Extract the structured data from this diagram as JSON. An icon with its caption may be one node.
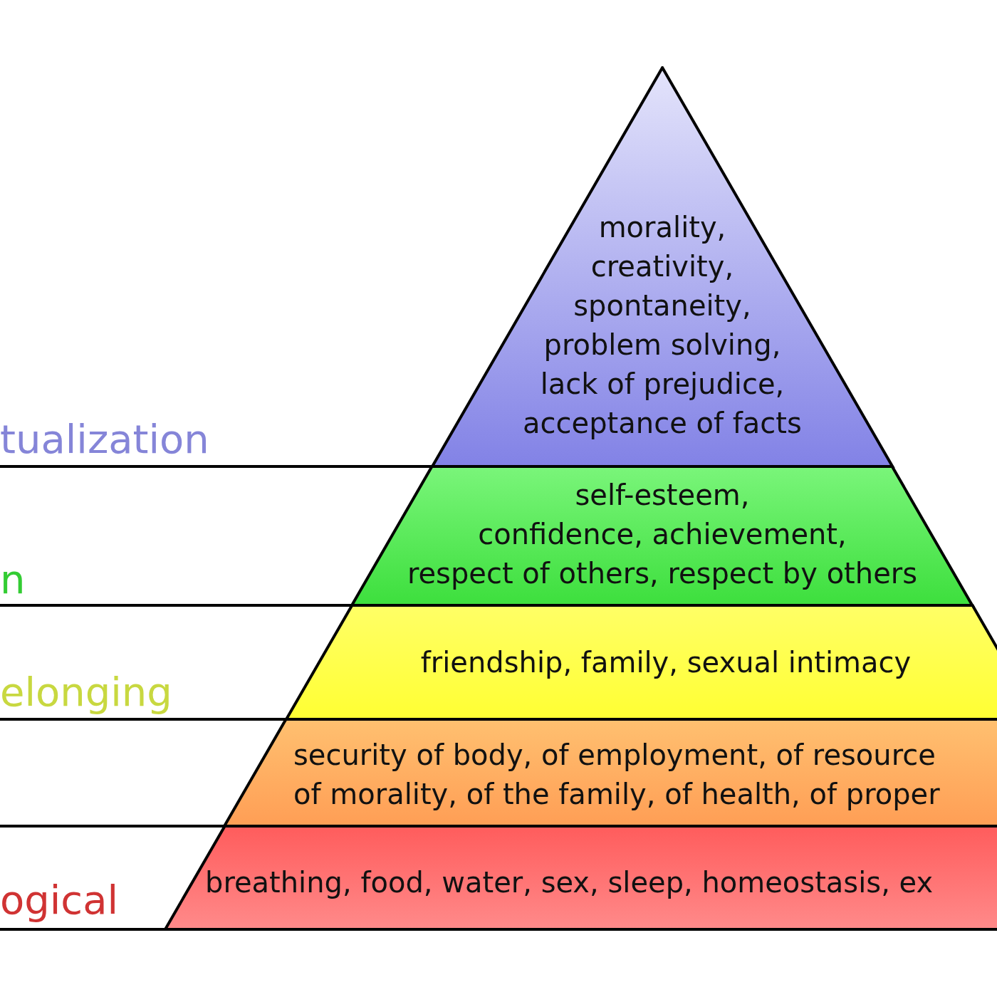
{
  "diagram": {
    "nodes": [
      {
        "text": [
          "morality, creativity, spontaneity, problem solving, lack of prejudice, acceptance of facts"
        ]
      },
      {
        "text": [
          "self-esteem, confidence, achievement, respect of others, respect by others"
        ]
      },
      {
        "text": [
          "friendship, family, sexual intimacy"
        ]
      },
      {
        "text": [
          "security of body, of employment, of resource of morality, of the family, of health, of proper"
        ]
      },
      {
        "text": [
          "breathing, food, water, sex, sleep, homeostasis, ex"
        ]
      }
    ],
    "labels": [
      "tualization",
      "n",
      "elonging",
      "ogical"
    ]
  }
}
